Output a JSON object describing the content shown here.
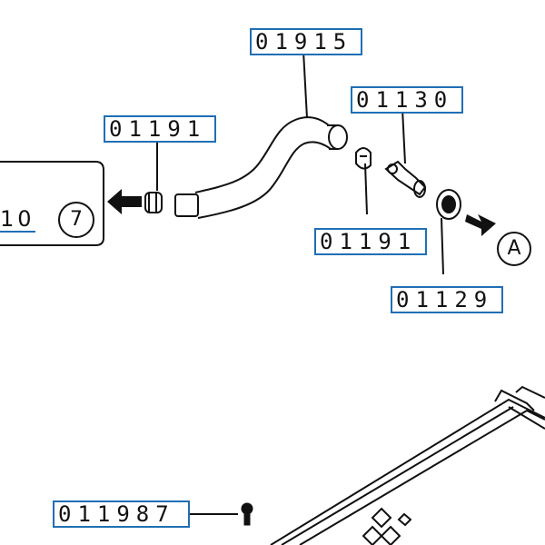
{
  "parts": {
    "p1": "01915",
    "p2": "01191",
    "p3": "01130",
    "p4": "01191",
    "p5": "01129",
    "p6": "011987"
  },
  "left_ref": {
    "text": "10",
    "circle": "7"
  },
  "callout_a": "A",
  "colors": {
    "label_border": "#1f6fb5",
    "line": "#111111"
  }
}
